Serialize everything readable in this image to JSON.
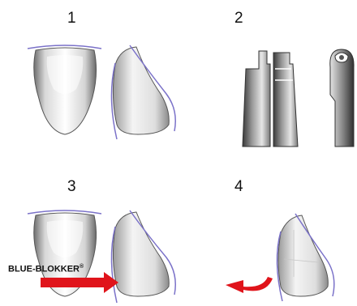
{
  "steps": [
    {
      "number": "1"
    },
    {
      "number": "2"
    },
    {
      "number": "3",
      "label": "BLUE-BLOKKER",
      "label_mark": "®"
    },
    {
      "number": "4"
    }
  ],
  "colors": {
    "outline": "#7b72c9",
    "arrow": "#e0141b",
    "enamel_light": "#f2f2f2",
    "enamel_shade": "#8c8c8c",
    "metal_dark": "#3a3a3a"
  }
}
